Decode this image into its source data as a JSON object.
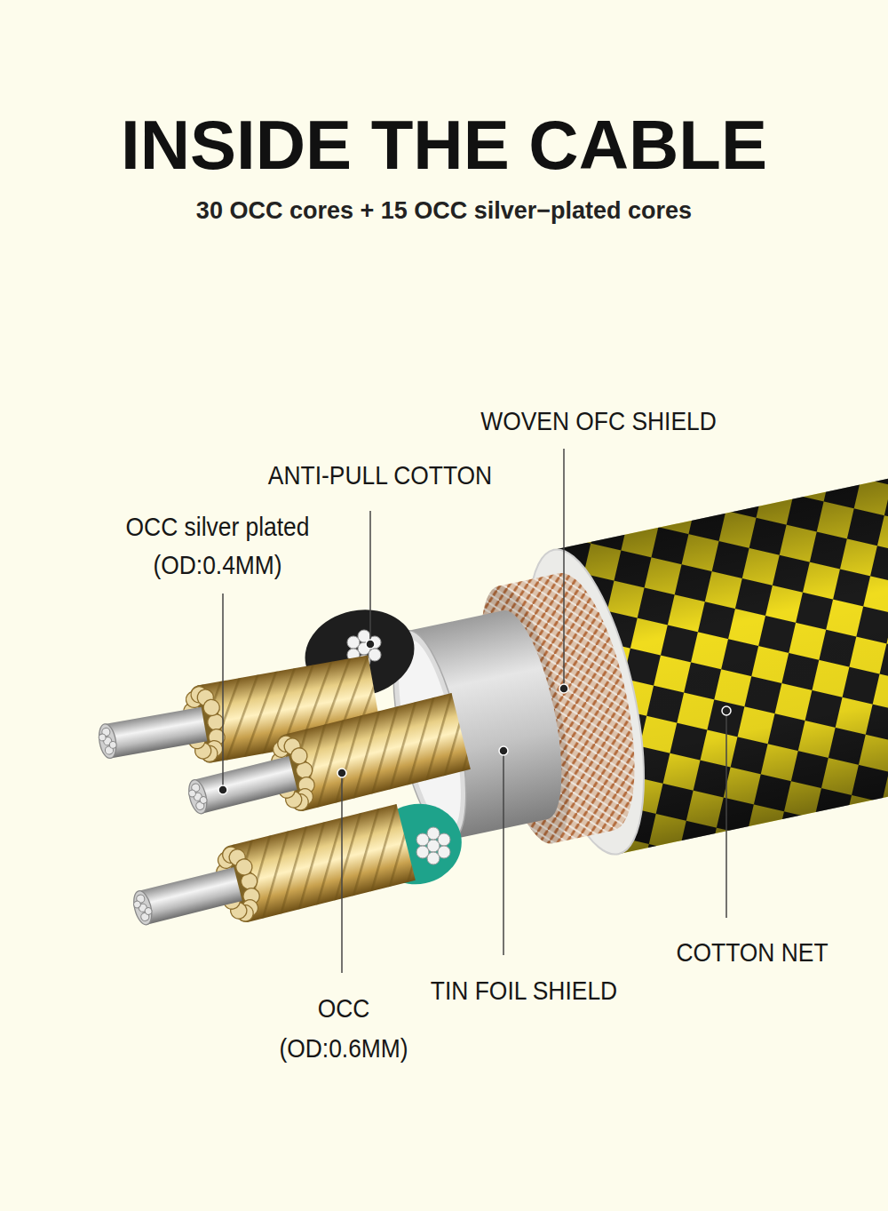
{
  "diagram": {
    "title": "INSIDE THE CABLE",
    "labels": [
      "30 OCC cores + 15 OCC silver−plated cores",
      "WOVEN OFC SHIELD",
      "ANTI-PULL COTTON",
      "OCC silver plated",
      "(OD:0.4MM)",
      "COTTON NET",
      "OCC",
      "(OD:0.6MM)",
      "TIN FOIL SHIELD"
    ]
  }
}
